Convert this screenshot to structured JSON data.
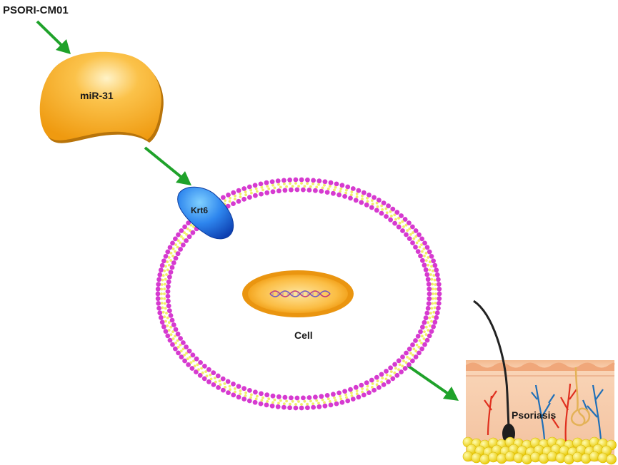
{
  "labels": {
    "drug": "PSORI-CM01",
    "mirna": "miR-31",
    "receptor": "Krt6",
    "cell": "Cell",
    "disease": "Psoriasis"
  },
  "colors": {
    "arrow": "#1fa22a",
    "mirna_fill": "#f5a81c",
    "receptor_fill": "#1e6fe0",
    "membrane_head": "#d63ad0",
    "membrane_tail": "#f0ee6a",
    "nucleus_fill": "#f6a623",
    "skin_fill": "#f6c7a5",
    "fat": "#f5e21e"
  }
}
